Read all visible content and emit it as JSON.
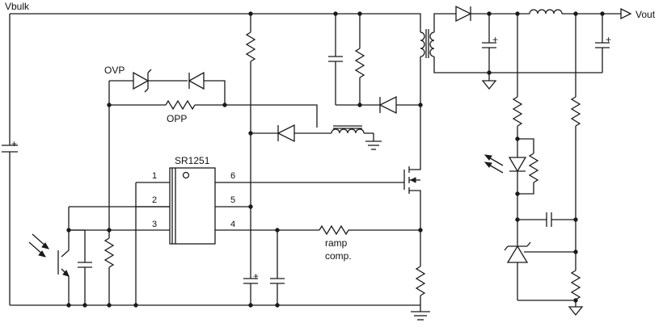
{
  "labels": {
    "vbulk": "Vbulk",
    "vout": "Vout",
    "ovp": "OVP",
    "opp": "OPP",
    "ic_name": "SR1251",
    "ramp_line1": "ramp",
    "ramp_line2": "comp."
  },
  "pins": {
    "p1": "1",
    "p2": "2",
    "p3": "3",
    "p4": "4",
    "p5": "5",
    "p6": "6"
  },
  "cap_polarity": "+"
}
